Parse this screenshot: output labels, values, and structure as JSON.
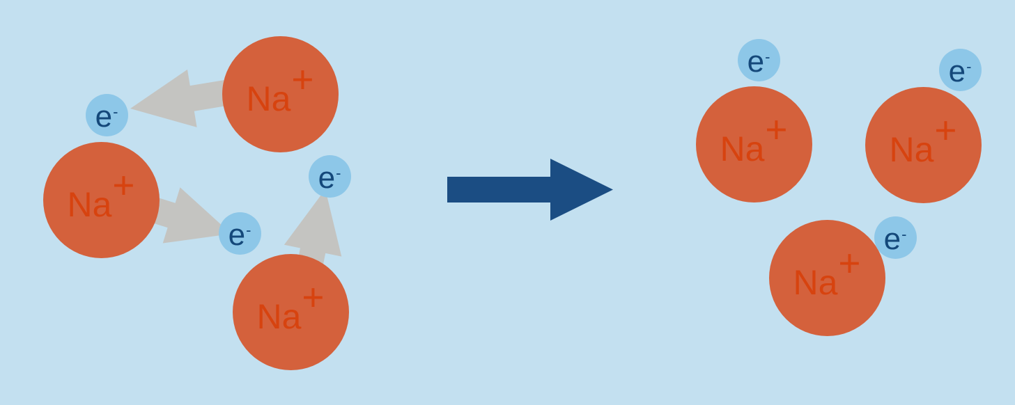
{
  "diagram": {
    "ion_label": {
      "symbol": "Na",
      "charge": "+"
    },
    "electron_label": {
      "symbol": "e",
      "charge": "-"
    },
    "colors": {
      "background": "#c3e0f0",
      "ion_fill": "#d4613c",
      "ion_text": "#d7430f",
      "electron_fill": "#8dc7e8",
      "electron_text": "#14487a",
      "release_arrow": "#c4c4c1",
      "reaction_arrow": "#1b4d83"
    },
    "left_group": {
      "ion_count": 3,
      "electron_count": 3,
      "release_arrow_count": 3
    },
    "right_group": {
      "ion_count": 3,
      "electron_count": 3
    }
  }
}
